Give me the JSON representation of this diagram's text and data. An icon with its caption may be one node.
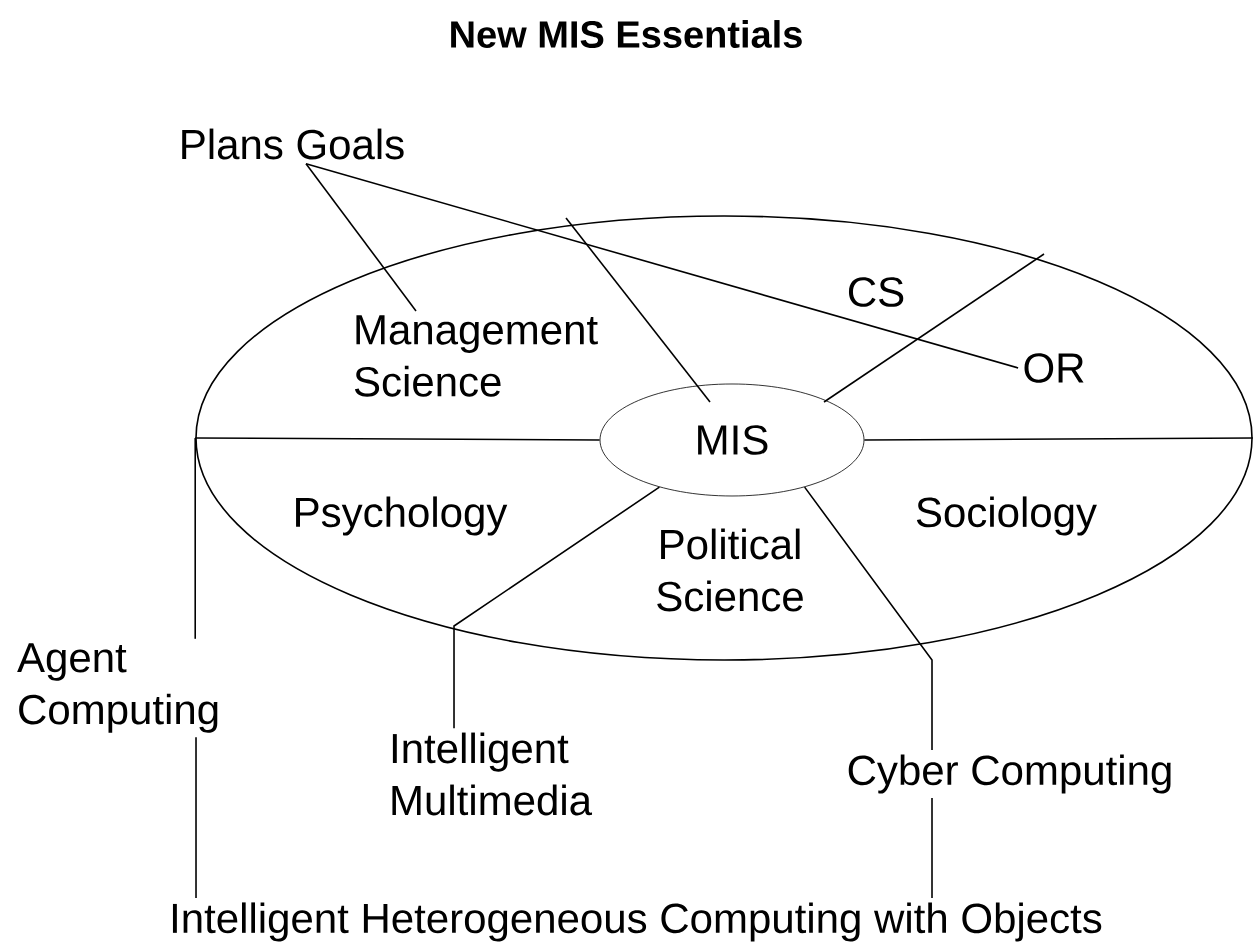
{
  "diagram": {
    "title": "New MIS Essentials",
    "nodes": [
      {
        "text": [],
        "shape": "ellipse"
      },
      {
        "text": [
          "MIS"
        ],
        "in": 0
      },
      {
        "text": [
          "Plans Goals"
        ]
      },
      {
        "text": [
          "Management Science"
        ],
        "in": 0
      },
      {
        "text": [
          "OR"
        ],
        "in": 0
      },
      {
        "text": [
          "Agent Computing"
        ]
      },
      {
        "text": [
          "Intelligent Multimedia"
        ]
      },
      {
        "text": [
          "Cyber Computing"
        ]
      },
      {
        "text": [
          "Intelligent Heterogeneous Computing with Objects"
        ]
      }
    ],
    "edges": [
      {
        "from": 2,
        "to": 3,
        "arrow": "none"
      },
      {
        "from": 2,
        "to": 4,
        "arrow": "none"
      },
      {
        "from": 1,
        "to": 6,
        "arrow": "none"
      },
      {
        "from": 1,
        "to": 7,
        "arrow": "none"
      },
      {
        "from": 0,
        "to": 5,
        "arrow": "none"
      },
      {
        "from": 5,
        "to": 8,
        "arrow": "none"
      },
      {
        "from": 7,
        "to": 8,
        "arrow": "none"
      }
    ],
    "labels": [
      "CS",
      "Psychology",
      "Political Science",
      "Sociology"
    ]
  }
}
